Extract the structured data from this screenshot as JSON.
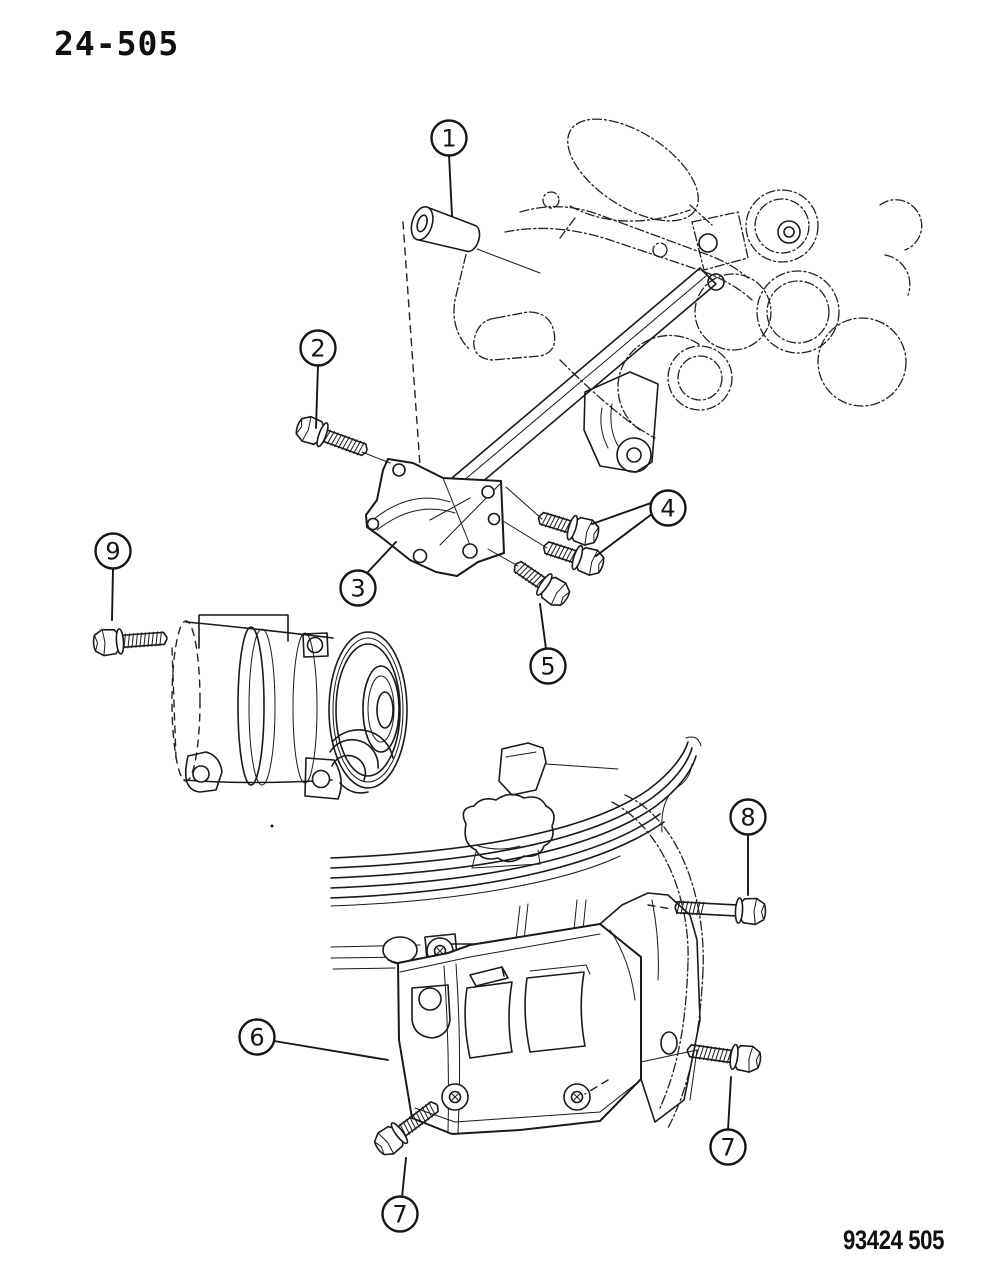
{
  "page": {
    "figure_code": "24-505",
    "drawing_number": "93424 505"
  },
  "diagram": {
    "callouts": [
      {
        "label": "1"
      },
      {
        "label": "2"
      },
      {
        "label": "3"
      },
      {
        "label": "4"
      },
      {
        "label": "5"
      },
      {
        "label": "6"
      },
      {
        "label": "7"
      },
      {
        "label": "7"
      },
      {
        "label": "8"
      },
      {
        "label": "9"
      }
    ]
  }
}
